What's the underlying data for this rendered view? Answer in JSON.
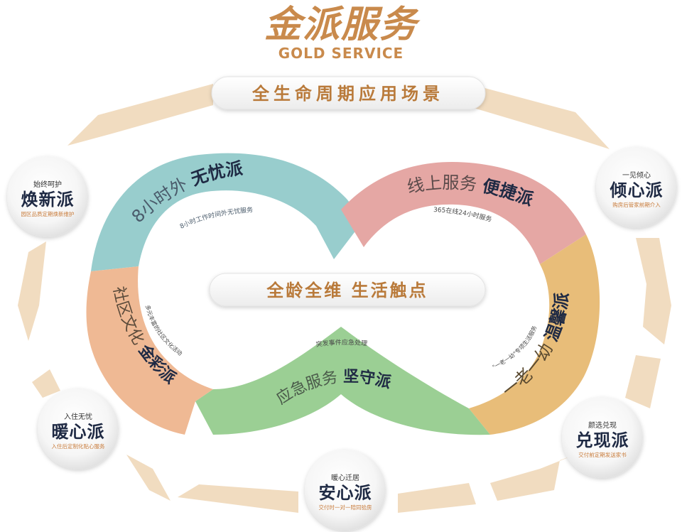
{
  "brand": {
    "title_cn": "金派服务",
    "title_en": "GOLD SERVICE"
  },
  "scene_banner": "全生命周期应用场景",
  "center_banner": "全龄全维 生活触点",
  "segments": [
    {
      "id": "wuyou",
      "prefix": "8小时外",
      "highlight": "无忧派",
      "sub": "8小时工作时间外无忧服务",
      "color": "#98cdcd"
    },
    {
      "id": "bianjie",
      "prefix": "线上服务",
      "highlight": "便捷派",
      "sub": "365在线24小时服务",
      "color": "#e5a7a4"
    },
    {
      "id": "wenxin",
      "prefix": "一老一幼",
      "highlight": "温馨派",
      "sub": "\"一老一幼\"专项生活服务",
      "color": "#e8bd79"
    },
    {
      "id": "jianshou",
      "prefix": "应急服务",
      "highlight": "坚守派",
      "sub": "突发事件应急处理",
      "color": "#9bcf94"
    },
    {
      "id": "jincai",
      "prefix": "社区文化",
      "highlight": "金彩派",
      "sub": "多元丰富的社区文化活动",
      "color": "#efb994"
    }
  ],
  "nodes": [
    {
      "id": "huanxin",
      "top": "始终呵护",
      "title": "焕新派",
      "sub": "园区品质定期焕新维护"
    },
    {
      "id": "qingxin",
      "top": "一见倾心",
      "title": "倾心派",
      "sub": "购房后管家前期介入"
    },
    {
      "id": "duixian",
      "top": "颜选兑现",
      "title": "兑现派",
      "sub": "交付前定期发送家书"
    },
    {
      "id": "anxin",
      "top": "暖心迁居",
      "title": "安心派",
      "sub": "交付时一对一陪同验房"
    },
    {
      "id": "nuanxin",
      "top": "入住无忧",
      "title": "暖心派",
      "sub": "入住后定制化贴心服务"
    }
  ],
  "colors": {
    "brand": "#c98a4c",
    "ring": "#f1dcc0",
    "title_text": "#1f2a44",
    "banner_text": "#b97a3a"
  }
}
